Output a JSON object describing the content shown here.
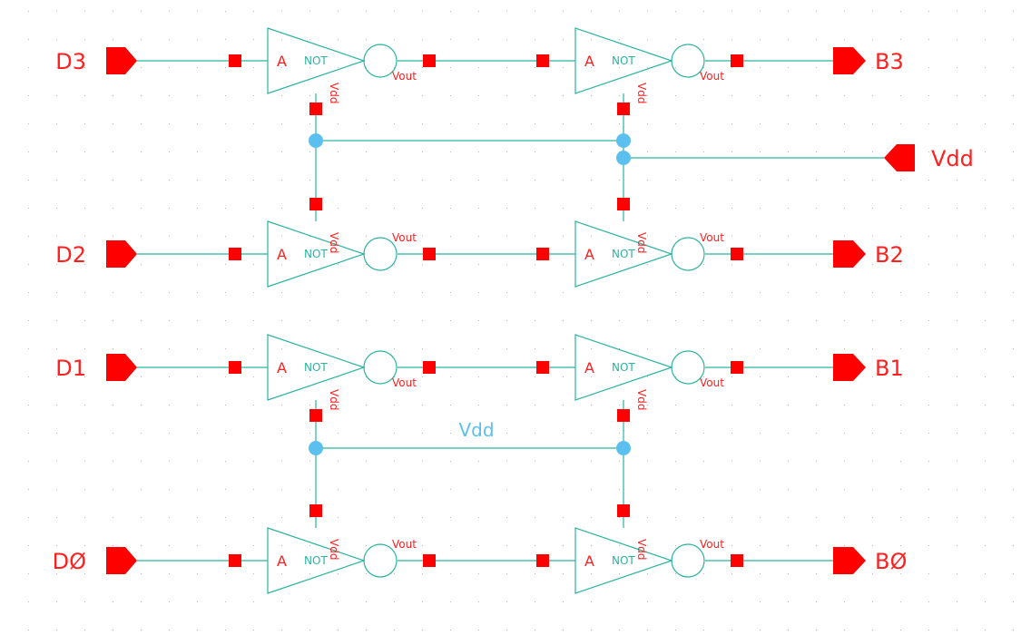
{
  "schematic": {
    "input_pins": [
      "D3",
      "D2",
      "D1",
      "DØ"
    ],
    "output_pins": [
      "B3",
      "B2",
      "B1",
      "BØ"
    ],
    "supply_pin": "Vdd",
    "net_label": "Vdd",
    "gate": {
      "name": "NOT",
      "input_pin": "A",
      "output_pin": "Vout",
      "supply_pin": "Vdd"
    }
  },
  "colors": {
    "wire": "#2bb3a0",
    "pin": "#ff0000",
    "label_red": "#ff2020",
    "junction": "#5bc0f0",
    "grid": "#b8b8b8",
    "background": "#ffffff"
  }
}
